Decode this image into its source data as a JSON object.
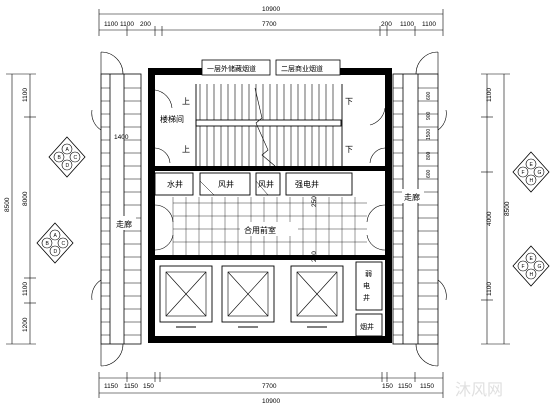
{
  "dimensions": {
    "top_total": "10900",
    "top_segments": [
      "1100",
      "1100",
      "200",
      "7700",
      "200",
      "1100",
      "1100"
    ],
    "bottom_total": "10900",
    "bottom_segments": [
      "1150",
      "1150",
      "150",
      "7700",
      "150",
      "1150",
      "1150"
    ],
    "left_total": "8500",
    "left_segments": [
      "1100",
      "8000",
      "1100",
      "1200"
    ],
    "right_total": "8500",
    "right_segments": [
      "1100",
      "4000",
      "1100"
    ],
    "stair_width": "1400",
    "inner_right": [
      "600",
      "900",
      "1500",
      "800",
      "600"
    ],
    "mid_marks": [
      "250",
      "250"
    ]
  },
  "rooms": {
    "smoke_duct_1": "一层外储藏烟道",
    "smoke_duct_2": "二层商业烟道",
    "stairwell": "楼梯间",
    "water_shaft": "水井",
    "air_shaft_1": "风井",
    "air_shaft_2": "风井",
    "power_shaft": "强电井",
    "corridor_left": "走廊",
    "corridor_right": "走廊",
    "lobby": "合用前室",
    "weak_power": "弱电井",
    "smoke_shaft": "烟井"
  },
  "stairs": {
    "up_1": "上",
    "down_1": "下",
    "up_2": "上",
    "down_2": "下"
  },
  "axis_bubbles": {
    "left_upper": [
      "A",
      "B",
      "C",
      "D"
    ],
    "left_lower": [
      "A",
      "B",
      "C",
      "D"
    ],
    "right_upper": [
      "E",
      "F",
      "G",
      "H"
    ],
    "right_lower": [
      "E",
      "F",
      "G",
      "H"
    ]
  },
  "watermark": "沐风网"
}
